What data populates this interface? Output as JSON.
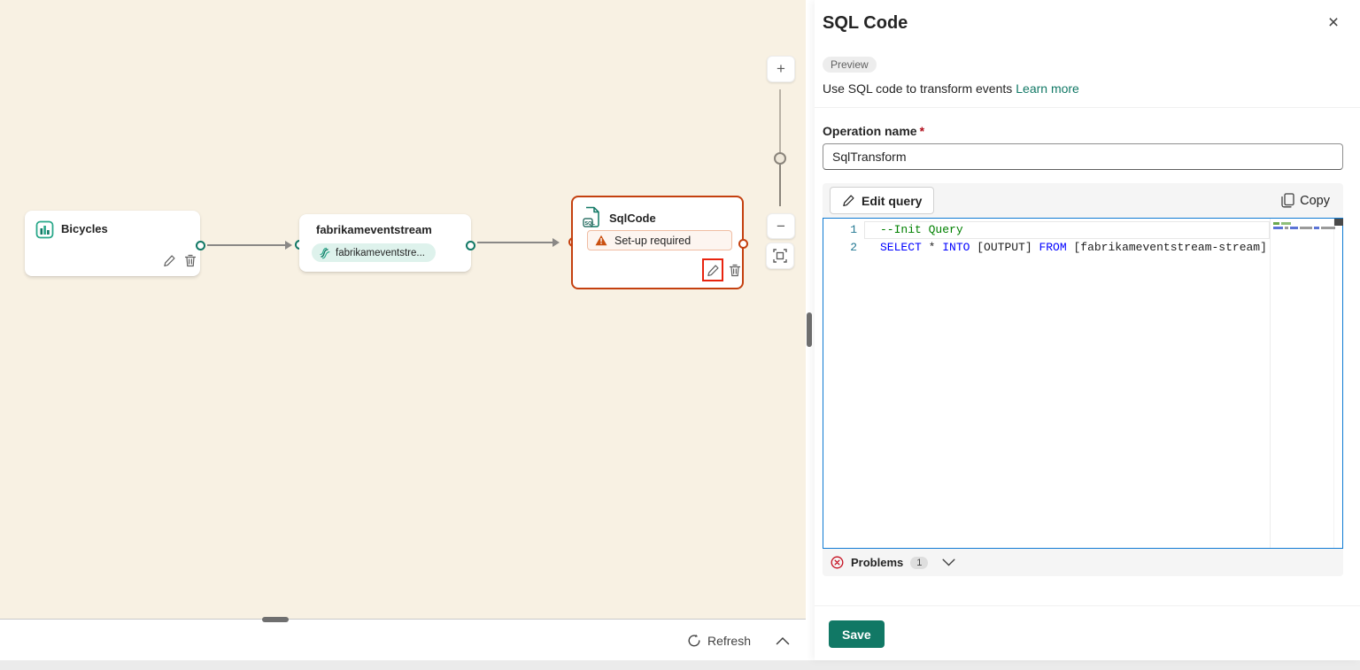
{
  "colors": {
    "canvas_bg": "#f8f1e3",
    "teal_accent": "#117865",
    "error_orange": "#c4400f",
    "editor_focus_border": "#0e7ad3",
    "sql_keyword": "#0000ff",
    "sql_comment": "#008000",
    "line_number": "#237893",
    "save_button_bg": "#117865",
    "problems_error_red": "#c50f1f",
    "annotation_red": "#e8240f"
  },
  "canvas": {
    "nodes": {
      "bicycles": {
        "title": "Bicycles",
        "icon": "bar-chart-icon"
      },
      "eventstream": {
        "title": "fabrikameventstream",
        "pill": "fabrikameventstre...",
        "icon": "stream-icon"
      },
      "sqlcode": {
        "title": "SqlCode",
        "warning": "Set-up required",
        "icon": "sql-document-icon"
      }
    },
    "zoom_controls": {
      "plus": "+",
      "minus": "−"
    },
    "bottom_bar": {
      "refresh": "Refresh"
    }
  },
  "panel": {
    "title": "SQL Code",
    "close": "×",
    "preview_badge": "Preview",
    "description": "Use SQL code to transform events",
    "learn_more": "Learn more",
    "operation": {
      "label": "Operation name",
      "required": "*",
      "value": "SqlTransform"
    },
    "toolbar": {
      "edit_query": "Edit query",
      "copy": "Copy"
    },
    "editor": {
      "lines": [
        {
          "number": "1",
          "tokens": [
            {
              "text": "--Init Query",
              "type": "comment"
            }
          ]
        },
        {
          "number": "2",
          "tokens": [
            {
              "text": "SELECT",
              "type": "keyword"
            },
            {
              "text": " * ",
              "type": "plain"
            },
            {
              "text": "INTO",
              "type": "keyword"
            },
            {
              "text": " [OUTPUT] ",
              "type": "plain"
            },
            {
              "text": "FROM",
              "type": "keyword"
            },
            {
              "text": " [fabrikameventstream-stream]",
              "type": "plain"
            }
          ]
        }
      ]
    },
    "problems": {
      "label": "Problems",
      "count": "1"
    },
    "save_label": "Save"
  }
}
